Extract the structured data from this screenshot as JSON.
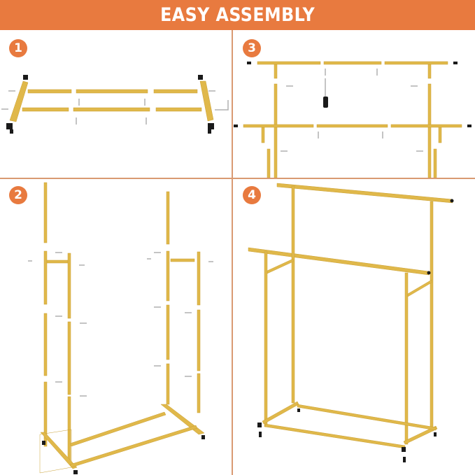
{
  "banner": {
    "title": "EASY ASSEMBLY"
  },
  "colors": {
    "accent": "#e87a3f",
    "gold": "#e0b84a",
    "divider": "#d99a72"
  },
  "steps": [
    {
      "number": "1",
      "description": "Assemble base: side feet with casters joined by horizontal tubes and screws"
    },
    {
      "number": "2",
      "description": "Attach vertical upright tube sections to the base"
    },
    {
      "number": "3",
      "description": "Attach top hanging rails with screws and end caps using screwdriver"
    },
    {
      "number": "4",
      "description": "Completed double-rail garment rack on wheels"
    }
  ]
}
